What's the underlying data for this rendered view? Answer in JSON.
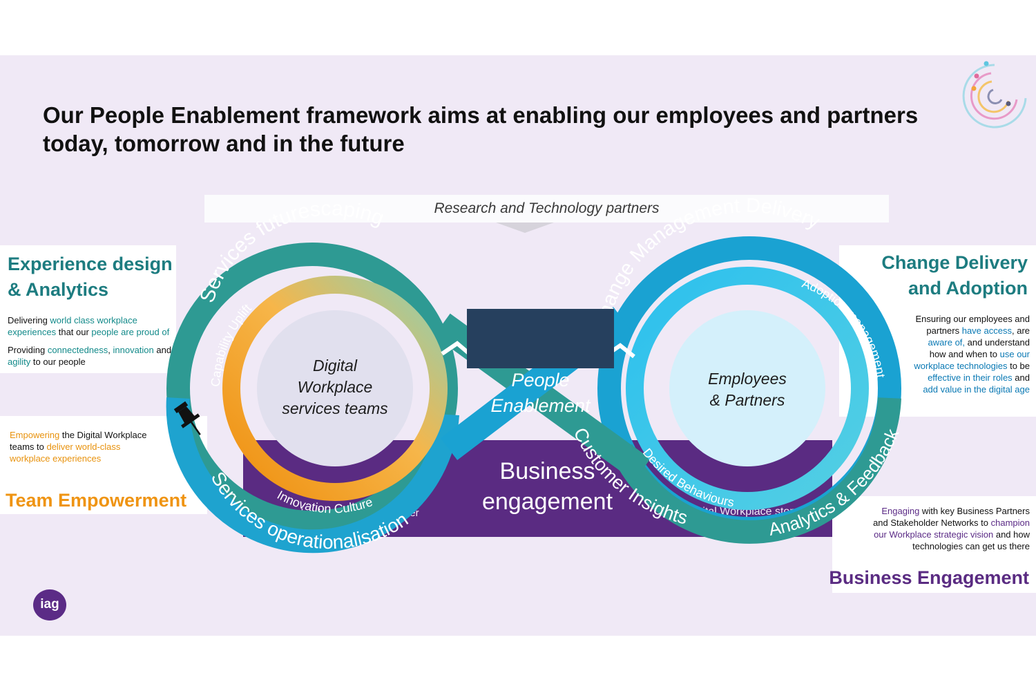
{
  "title": "Our People Enablement framework aims at enabling our employees and partners today, tomorrow and in the future",
  "top_bar": "Research and Technology partners",
  "center": {
    "line1": "People",
    "line2": "Enablement"
  },
  "left_circle": {
    "line1": "Digital",
    "line2": "Workplace",
    "line3": "services teams"
  },
  "right_circle": {
    "line1": "Employees",
    "line2": "& Partners"
  },
  "loop_labels": {
    "services_futurescaping": "Services futurescaping",
    "capability_uplift": "Capability Uplift",
    "services_operationalisation": "Services operationalisation",
    "innovation_culture": "Innovation Culture",
    "change_management_delivery": "Change Management Delivery",
    "adoption_management": "Adoption management",
    "customer_insights": "Customer Insights",
    "desired_behaviours": "Desired Behaviours",
    "analytics_feedback": "Analytics & Feedback"
  },
  "business": {
    "title_line1": "Business",
    "title_line2": "engagement",
    "left_label": "Technology Business Partner",
    "right_label": "The Digital Workplace story"
  },
  "experience_design": {
    "heading_line1": "Experience design",
    "heading_line2": "& Analytics",
    "p1": [
      "Delivering ",
      "world class workplace experiences",
      " that our ",
      "people are proud of"
    ],
    "p2": [
      "Providing ",
      "connectedness",
      ", ",
      "innovation",
      " and ",
      "agility",
      " to our people"
    ]
  },
  "team_empowerment": {
    "heading": "Team Empowerment",
    "p1": [
      "Empowering",
      " the Digital Workplace teams to ",
      "deliver world-class workplace experiences"
    ]
  },
  "change_delivery": {
    "heading_line1": "Change Delivery",
    "heading_line2": "and Adoption",
    "p1": [
      "Ensuring our employees and partners ",
      "have access",
      ", are ",
      "aware of,",
      " and understand how and when to ",
      "use our workplace technologies",
      " to be ",
      "effective in their roles",
      " and ",
      "add value in the digital age"
    ]
  },
  "business_engagement": {
    "heading": "Business Engagement",
    "p1": [
      "Engaging",
      " with key Business Partners and Stakeholder Networks to ",
      "champion our Workplace strategic vision",
      " and how technologies can get us there"
    ]
  },
  "logo_text": "iag",
  "icons": [
    "pushpin-icon",
    "spiral-decoration-icon"
  ],
  "colors": {
    "background": "#f0e9f6",
    "teal": "#2e9a93",
    "blue": "#1a9fd0",
    "light_blue": "#3ec7f0",
    "orange": "#f29a12",
    "purple": "#5a2b82",
    "navy": "#26405e"
  }
}
